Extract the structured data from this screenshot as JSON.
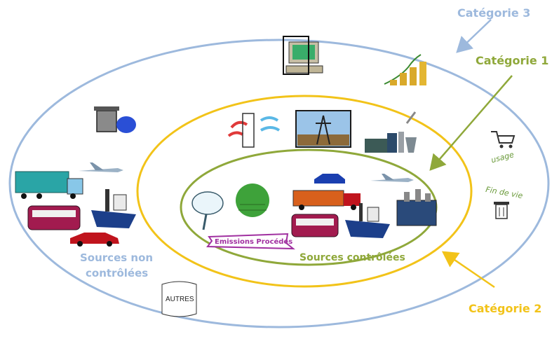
{
  "labels": {
    "categorie3": "Catégorie 3",
    "categorie1": "Catégorie 1",
    "categorie2": "Catégorie 2",
    "sources_non_controlees_line1": "Sources non",
    "sources_non_controlees_line2": "contrôlées",
    "sources_controlees": "Sources contrôlées",
    "emissions_procedes": "Emissions Procédés",
    "autres": "AUTRES",
    "usage": "usage",
    "fin_de_vie": "Fin de vie"
  },
  "colors": {
    "categorie3": "#9DB9DD",
    "categorie1": "#8FA83A",
    "categorie2": "#F2C319",
    "procedes": "#A030A0"
  },
  "icons": [
    "computer-icon",
    "coins-growth-icon",
    "trash-bin-icon",
    "electric-power-icon",
    "power-line-icon",
    "factory-icon",
    "shopping-cart-icon",
    "recycle-bin-icon",
    "truck-icon",
    "airplane-icon",
    "train-icon",
    "ship-icon",
    "car-icon",
    "explosion-cloud-icon",
    "crop-field-icon",
    "industrial-plant-icon"
  ]
}
